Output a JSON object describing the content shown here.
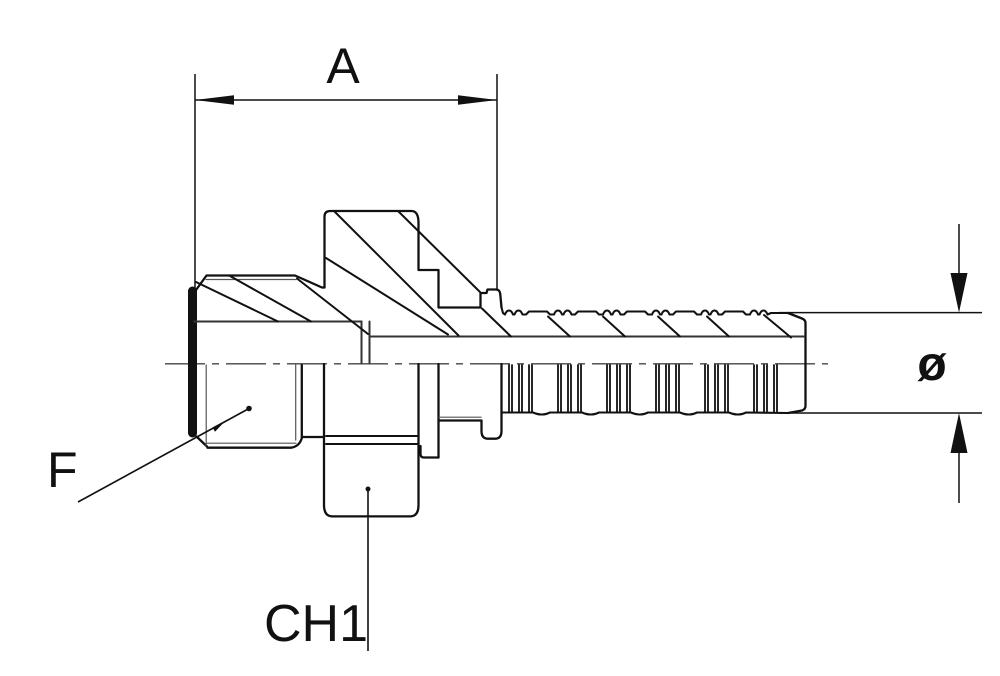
{
  "title": "hose-fitting-technical-drawing",
  "labels": {
    "dim_a": "A",
    "thread": "F",
    "wrench": "CH1",
    "diameter": "ø"
  },
  "colors": {
    "line": "#111111",
    "thin": "#555555",
    "background": "#ffffff"
  }
}
